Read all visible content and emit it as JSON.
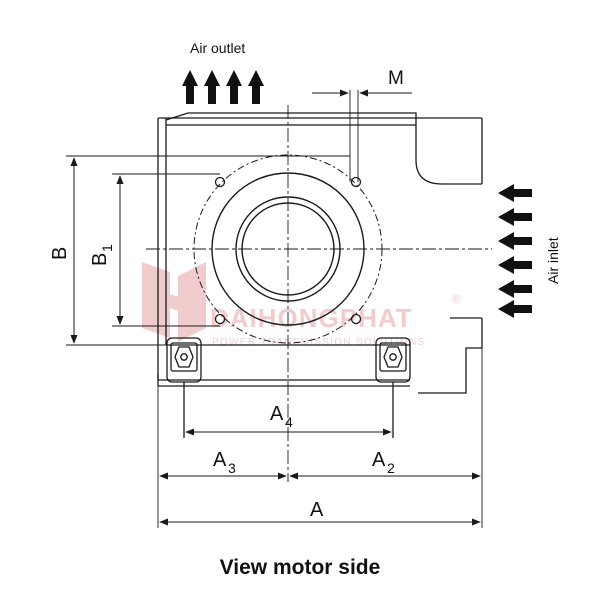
{
  "labels": {
    "air_outlet": "Air outlet",
    "air_inlet": "Air inlet",
    "M": "M",
    "B": "B",
    "B1_main": "B",
    "B1_sub": "1",
    "A4_main": "A",
    "A4_sub": "4",
    "A3_main": "A",
    "A3_sub": "3",
    "A2_main": "A",
    "A2_sub": "2",
    "A": "A"
  },
  "watermark": {
    "brand": "DAIHONGPHAT",
    "tagline": "POWER TRANSMISSION SOLUTIONS",
    "mark": "®"
  },
  "caption": "View motor side",
  "colors": {
    "line": "#1a1a1a",
    "watermark": "#e5a3a6",
    "background": "#ffffff"
  }
}
